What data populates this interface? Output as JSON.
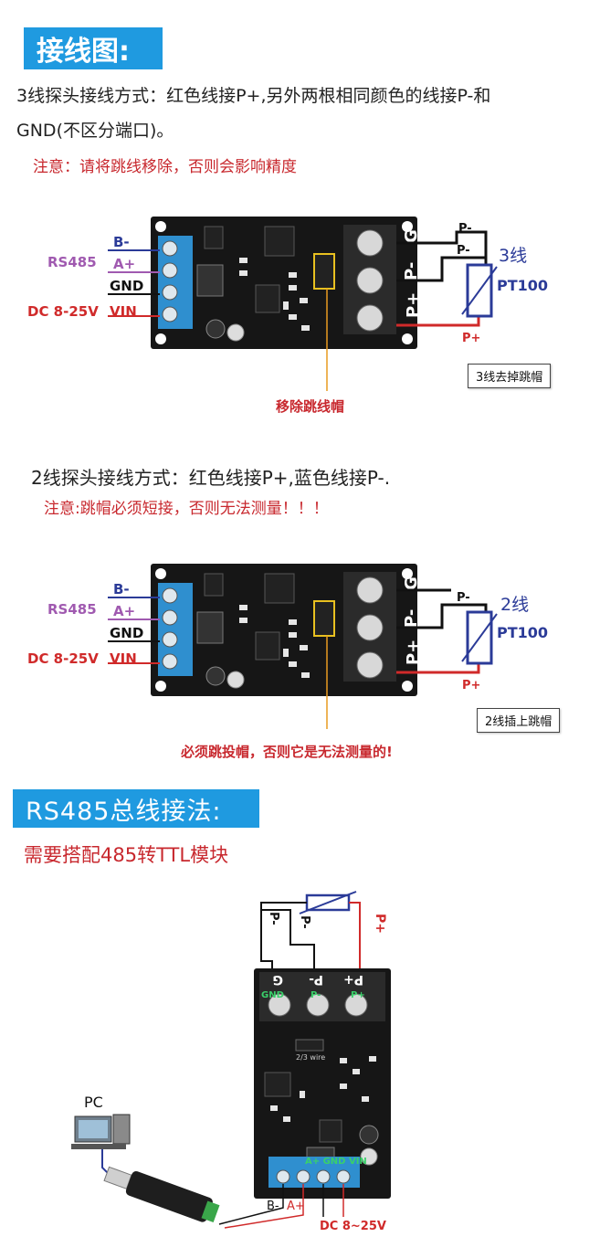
{
  "section1": {
    "banner": "接线图:",
    "desc_line1": "3线探头接线方式：红色线接P+,另外两根相同颜色的线接P-和",
    "desc_line2": "GND(不区分端口)。",
    "note": "注意：请将跳线移除，否则会影响精度",
    "diagram": {
      "left_labels": {
        "b": "B-",
        "rs485": "RS485",
        "a": "A+",
        "gnd": "GND",
        "dc": "DC 8-25V",
        "vin": "VIN"
      },
      "right_terminals": {
        "g": "G",
        "pm": "P-",
        "pp": "P+"
      },
      "wire_labels": {
        "p_minus_1": "P-",
        "p_minus_2": "P-",
        "p_plus": "P+"
      },
      "wire_count": "3线",
      "sensor": "PT100",
      "callout": "移除跳线帽",
      "box_label": "3线去掉跳帽"
    }
  },
  "section2": {
    "desc": "2线探头接线方式：红色线接P+,蓝色线接P-.",
    "note": "注意:跳帽必须短接，否则无法测量！！！",
    "diagram": {
      "left_labels": {
        "b": "B-",
        "rs485": "RS485",
        "a": "A+",
        "gnd": "GND",
        "dc": "DC 8-25V",
        "vin": "VIN"
      },
      "right_terminals": {
        "g": "G",
        "pm": "P-",
        "pp": "P+"
      },
      "wire_labels": {
        "p_minus": "P-",
        "p_plus": "P+"
      },
      "wire_count": "2线",
      "sensor": "PT100",
      "callout": "必须跳投帽，否则它是无法测量的!",
      "box_label": "2线插上跳帽"
    }
  },
  "section3": {
    "banner": "RS485总线接法:",
    "note": "需要搭配485转TTL模块",
    "diagram": {
      "top_terminals": {
        "g": "G",
        "pm": "P-",
        "pp": "P+"
      },
      "top_silk": {
        "gnd": "GND",
        "pm": "P-",
        "pp": "P+"
      },
      "wire_labels": {
        "p_minus_1": "P-",
        "p_minus_2": "P-",
        "p_plus": "P+"
      },
      "wire_mode": "2/3 wire",
      "bottom_silk": "A+ GND VIN",
      "bottom_labels": {
        "b": "B-",
        "a": "A+",
        "dc": "DC 8~25V"
      },
      "pc": "PC"
    }
  }
}
